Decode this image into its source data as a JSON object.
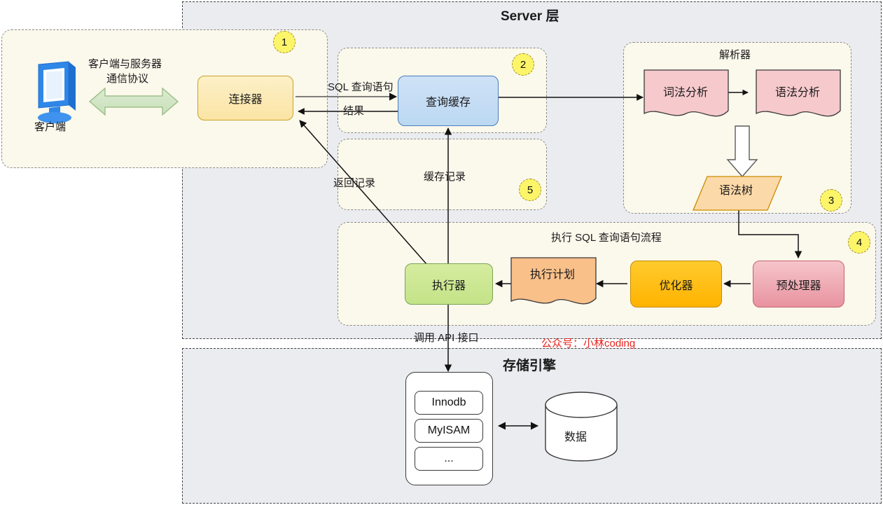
{
  "diagram": {
    "title_watermark": "公众号：小林coding",
    "layers": [
      {
        "id": "server",
        "title": "Server 层"
      },
      {
        "id": "storage",
        "title": "存储引擎"
      }
    ],
    "groups": [
      {
        "id": "client-group",
        "badge": "1",
        "title": ""
      },
      {
        "id": "cache-group",
        "badge": "2",
        "title": ""
      },
      {
        "id": "parser-group",
        "badge": "3",
        "title": "解析器"
      },
      {
        "id": "exec-group",
        "badge": "4",
        "title": "执行 SQL 查询语句流程"
      },
      {
        "id": "cacherec-group",
        "badge": "5",
        "title": ""
      }
    ],
    "nodes": {
      "client": "客户端",
      "connector": "连接器",
      "query_cache": "查询缓存",
      "lexical": "词法分析",
      "syntax": "语法分析",
      "syntax_tree": "语法树",
      "executor": "执行器",
      "exec_plan": "执行计划",
      "optimizer": "优化器",
      "preprocessor": "预处理器",
      "data_cylinder": "数据"
    },
    "engine": {
      "items": [
        "Innodb",
        "MyISAM",
        "..."
      ]
    },
    "edge_labels": {
      "client_protocol": "客户端与服务器\n通信协议",
      "client_protocol_line1": "客户端与服务器",
      "client_protocol_line2": "通信协议",
      "sql_query": "SQL 查询语句",
      "result": "结果",
      "return_records": "返回记录",
      "cache_records": "缓存记录",
      "call_api": "调用 API 接口"
    },
    "colors": {
      "layer_bg": "#ebecf0",
      "group_bg": "#fbf8ec",
      "badge": "#fdf569",
      "connector": "#fbe4a4",
      "query_cache": "#bcd8f2",
      "parser_box": "#f6c9cd",
      "syntax_tree": "#fcd9a8",
      "executor": "#c4e389",
      "exec_plan": "#f9c08a",
      "optimizer": "#ffb300",
      "preprocessor": "#e8939f",
      "watermark": "#e8231e",
      "arrow_green": "#cfe6c4"
    }
  }
}
